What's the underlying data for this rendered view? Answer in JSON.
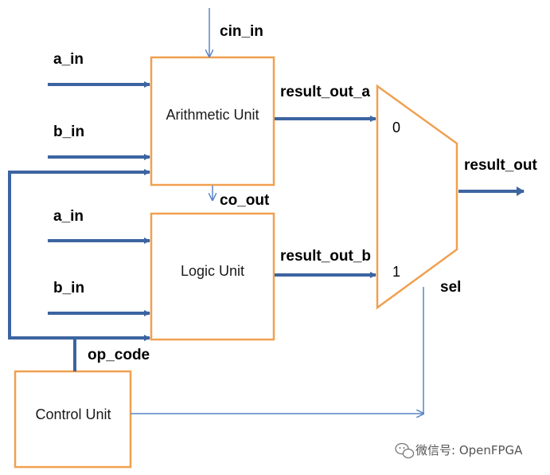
{
  "diagram": {
    "colors": {
      "block_border": "#f0a050",
      "bus": "#3c64a0",
      "wire": "#5a84c8",
      "text": "#000000"
    },
    "blocks": {
      "arithmetic_unit": "Arithmetic Unit",
      "logic_unit": "Logic Unit",
      "control_unit": "Control Unit"
    },
    "signals": {
      "cin_in": "cin_in",
      "a_in_top": "a_in",
      "b_in_top": "b_in",
      "co_out": "co_out",
      "a_in_bottom": "a_in",
      "b_in_bottom": "b_in",
      "op_code": "op_code",
      "result_out_a": "result_out_a",
      "result_out_b": "result_out_b",
      "result_out": "result_out",
      "sel": "sel"
    },
    "mux": {
      "input_0": "0",
      "input_1": "1"
    },
    "watermark": "微信号: OpenFPGA"
  }
}
